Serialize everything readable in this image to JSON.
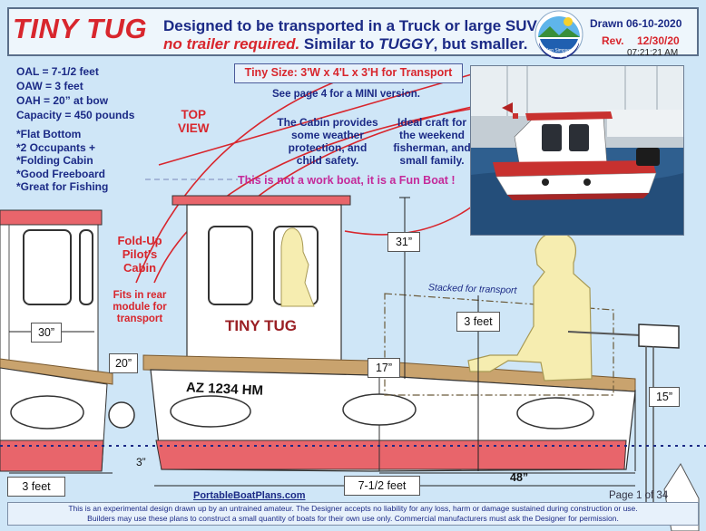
{
  "header": {
    "title": "TINY TUG",
    "line1": "Designed to be transported in a Truck or large SUV,",
    "line2_red": "no trailer required.",
    "line2_mid": " Similar to ",
    "line2_tuggy": "TUGGY",
    "line2_end": ", but smaller.",
    "drawn": "Drawn 06-10-2020",
    "rev_label": "Rev.",
    "rev_value": "12/30/20",
    "time": "07:21:21 AM",
    "logo_text": "Ken Simpson Designs"
  },
  "specs": [
    "OAL = 7-1/2 feet",
    "OAW = 3 feet",
    "OAH = 20” at bow",
    "Capacity = 450 pounds"
  ],
  "features": [
    "*Flat Bottom",
    "*2 Occupants +",
    "*Folding Cabin",
    "*Good Freeboard",
    "*Great for Fishing"
  ],
  "notes": {
    "tiny_size": "Tiny Size: 3'W x 4'L x 3'H  for Transport",
    "mini": "See page 4 for a MINI version.",
    "top_view_1": "TOP",
    "top_view_2": "VIEW",
    "cabin_1": "The Cabin provides",
    "cabin_2": "some weather",
    "cabin_3": "protection, and",
    "cabin_4": "child safety.",
    "ideal_1": "Ideal craft for",
    "ideal_2": "the weekend",
    "ideal_3": "fisherman, and",
    "ideal_4": "small family.",
    "fun": "This is not a work boat, it is a Fun Boat !",
    "fold_1": "Fold-Up",
    "fold_2": "Pilot's",
    "fold_3": "Cabin",
    "fits_1": "Fits in rear",
    "fits_2": "module for",
    "fits_3": "transport",
    "stacked": "Stacked for transport",
    "boat_name": "TINY TUG",
    "registration": "AZ 1234 HM"
  },
  "dimensions": {
    "d31": "31”",
    "d3ft": "3 feet",
    "d30": "30”",
    "d20": "20”",
    "d17": "17”",
    "d15": "15”",
    "d3in": "3”",
    "d48": "48”",
    "d3feet": "3 feet",
    "d712": "7-1/2 feet"
  },
  "footer": {
    "website": "PortableBoatPlans.com",
    "page": "Page 1 of   34",
    "line1": "This is an experimental design drawn up by an untrained amateur. The Designer accepts no liability for any loss, harm or damage sustained during construction or use.",
    "line2": "Builders may use these plans to construct a small quantity of boats for their own use only.  Commercial manufacturers must ask the Designer for permission."
  },
  "colors": {
    "title_red": "#d8262d",
    "text_blue": "#1b2a86",
    "hull_red": "#e8656b",
    "wood": "#c9a36e",
    "skin": "#f6edb0",
    "background": "#cfe6f7"
  }
}
